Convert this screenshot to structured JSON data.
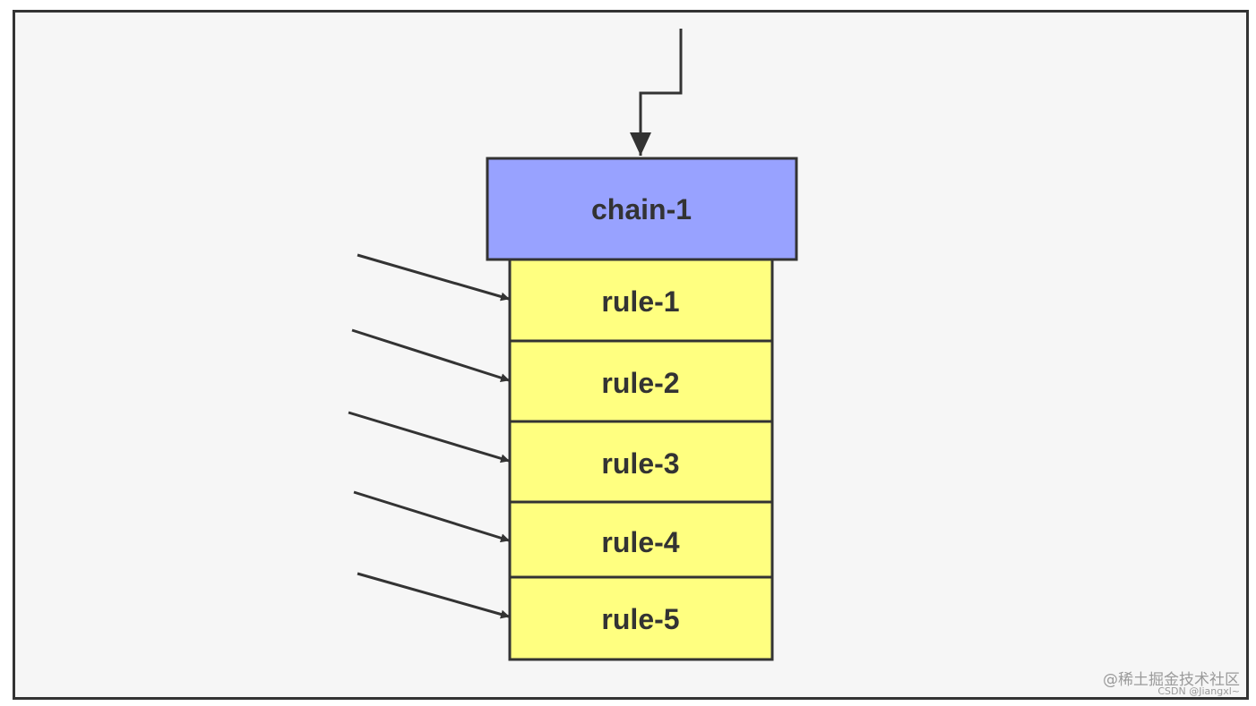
{
  "chain": {
    "label": "chain-1",
    "fill": "#98a2ff"
  },
  "rules": [
    {
      "label": "rule-1"
    },
    {
      "label": "rule-2"
    },
    {
      "label": "rule-3"
    },
    {
      "label": "rule-4"
    },
    {
      "label": "rule-5"
    }
  ],
  "colors": {
    "rule_fill": "#ffff80",
    "stroke": "#333333",
    "background": "#f6f6f6"
  },
  "watermark": {
    "line1": "@稀土掘金技术社区",
    "line2": "CSDN @Jiangxl~"
  }
}
